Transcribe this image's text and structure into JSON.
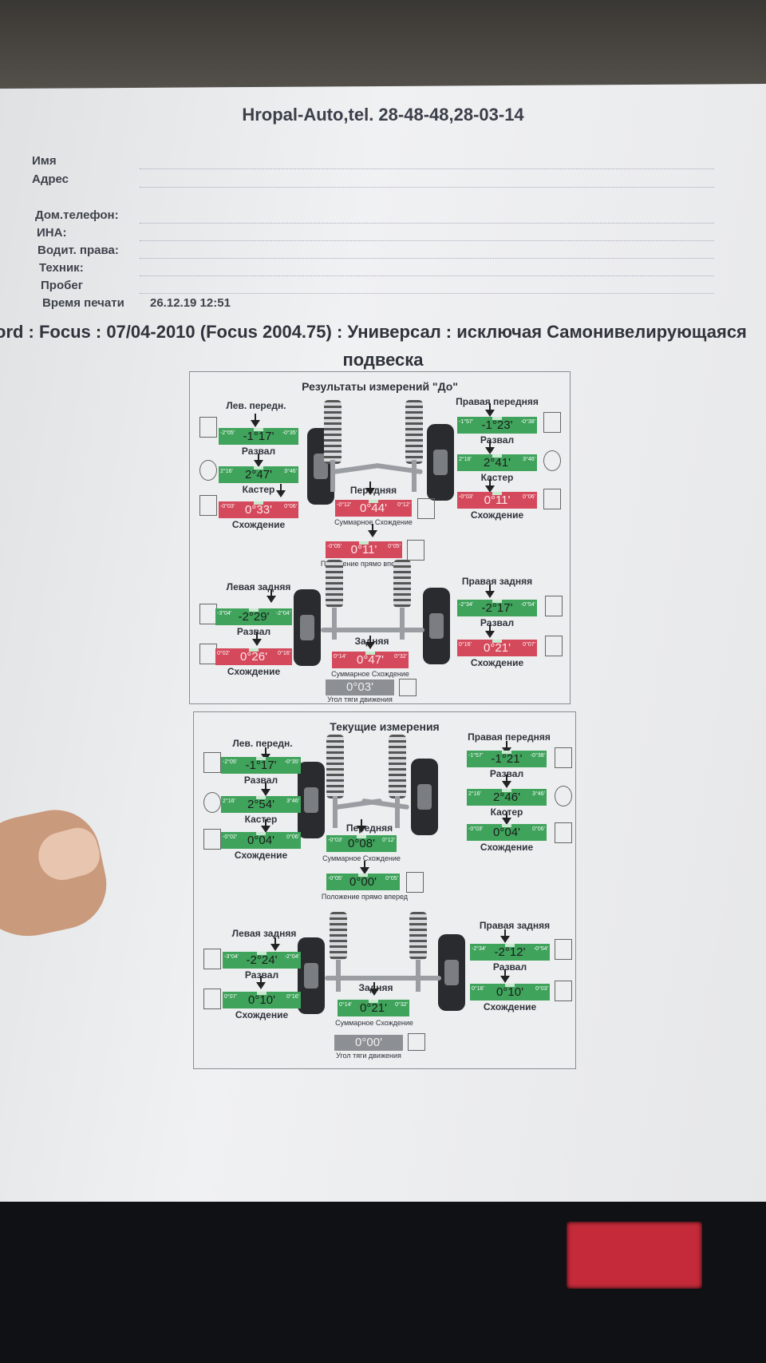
{
  "header": {
    "title": "Hropal-Auto,tel. 28-48-48,28-03-14",
    "fields": [
      {
        "label": "Имя",
        "value": ""
      },
      {
        "label": "Адрес",
        "value": ""
      },
      {
        "label": "Дом.телефон:",
        "value": ""
      },
      {
        "label": "ИНА:",
        "value": ""
      },
      {
        "label": "Водит. права:",
        "value": ""
      },
      {
        "label": "Техник:",
        "value": ""
      },
      {
        "label": "Пробег",
        "value": ""
      },
      {
        "label": "Время печати",
        "value": "26.12.19 12:51"
      }
    ]
  },
  "vehicle": {
    "line1": "ord : Focus : 07/04-2010 (Focus 2004.75) : Универсал : исключая Самонивелирующаяся",
    "line2": "подвеска"
  },
  "labels": {
    "left_front": "Лев. передн.",
    "right_front": "Правая передняя",
    "camber": "Развал",
    "caster": "Кастер",
    "toe": "Схождение",
    "front": "Передняя",
    "total_toe": "Суммарное Схождение",
    "setback": "Положение прямо вперед",
    "left_rear": "Левая задняя",
    "right_rear": "Правая задняя",
    "rear": "Задняя",
    "thrust": "Угол тяги движения"
  },
  "before": {
    "title": "Результаты измерений \"До\"",
    "front": {
      "left_camber": {
        "value": "-1°17'",
        "tol_l": "-2°05'",
        "tol_r": "-0°35'",
        "status": "green"
      },
      "left_caster": {
        "value": "2°47'",
        "tol_l": "2°16'",
        "tol_r": "3°46'",
        "status": "green"
      },
      "left_toe": {
        "value": "0°33'",
        "tol_l": "-0°03'",
        "tol_r": "0°06'",
        "status": "red"
      },
      "right_camber": {
        "value": "-1°23'",
        "tol_l": "-1°57'",
        "tol_r": "-0°38'",
        "status": "green"
      },
      "right_caster": {
        "value": "2°41'",
        "tol_l": "2°16'",
        "tol_r": "3°46'",
        "status": "green"
      },
      "right_toe": {
        "value": "0°11'",
        "tol_l": "-0°03'",
        "tol_r": "0°06'",
        "status": "red"
      },
      "total_toe": {
        "value": "0°44'",
        "tol_l": "-0°12'",
        "tol_r": "0°12'",
        "status": "red"
      },
      "setback": {
        "value": "0°11'",
        "tol_l": "-0°05'",
        "tol_r": "0°05'",
        "status": "red"
      }
    },
    "rear": {
      "left_camber": {
        "value": "-2°29'",
        "tol_l": "-3°04'",
        "tol_r": "-2°04'",
        "status": "green"
      },
      "left_toe": {
        "value": "0°26'",
        "tol_l": "0°02'",
        "tol_r": "0°16'",
        "status": "red"
      },
      "right_camber": {
        "value": "-2°17'",
        "tol_l": "-2°34'",
        "tol_r": "-0°54'",
        "status": "green"
      },
      "right_toe": {
        "value": "0°21'",
        "tol_l": "0°16'",
        "tol_r": "0°07'",
        "status": "red"
      },
      "total_toe": {
        "value": "0°47'",
        "tol_l": "0°14'",
        "tol_r": "0°32'",
        "status": "red"
      },
      "thrust": {
        "value": "0°03'",
        "status": "gray"
      }
    }
  },
  "current": {
    "title": "Текущие измерения",
    "front": {
      "left_camber": {
        "value": "-1°17'",
        "tol_l": "-2°05'",
        "tol_r": "-0°35'",
        "status": "green"
      },
      "left_caster": {
        "value": "2°54'",
        "tol_l": "2°16'",
        "tol_r": "3°46'",
        "status": "green"
      },
      "left_toe": {
        "value": "0°04'",
        "tol_l": "-0°02'",
        "tol_r": "0°06'",
        "status": "green"
      },
      "right_camber": {
        "value": "-1°21'",
        "tol_l": "-1°57'",
        "tol_r": "-0°38'",
        "status": "green"
      },
      "right_caster": {
        "value": "2°46'",
        "tol_l": "2°16'",
        "tol_r": "3°46'",
        "status": "green"
      },
      "right_toe": {
        "value": "0°04'",
        "tol_l": "-0°03'",
        "tol_r": "0°06'",
        "status": "green"
      },
      "total_toe": {
        "value": "0°08'",
        "tol_l": "-0°03'",
        "tol_r": "0°12'",
        "status": "green"
      },
      "setback": {
        "value": "0°00'",
        "tol_l": "-0°05'",
        "tol_r": "0°05'",
        "status": "green"
      }
    },
    "rear": {
      "left_camber": {
        "value": "-2°24'",
        "tol_l": "-3°04'",
        "tol_r": "-2°04'",
        "status": "green"
      },
      "left_toe": {
        "value": "0°10'",
        "tol_l": "0°07'",
        "tol_r": "0°16'",
        "status": "green"
      },
      "right_camber": {
        "value": "-2°12'",
        "tol_l": "-2°34'",
        "tol_r": "-0°54'",
        "status": "green"
      },
      "right_toe": {
        "value": "0°10'",
        "tol_l": "0°16'",
        "tol_r": "0°03'",
        "status": "green"
      },
      "total_toe": {
        "value": "0°21'",
        "tol_l": "0°14'",
        "tol_r": "0°32'",
        "status": "green"
      },
      "thrust": {
        "value": "0°00'",
        "status": "gray"
      }
    }
  },
  "colors": {
    "in_spec": "#3fa35b",
    "out_of_spec": "#d44a5c",
    "neutral": "#8c8f93"
  }
}
